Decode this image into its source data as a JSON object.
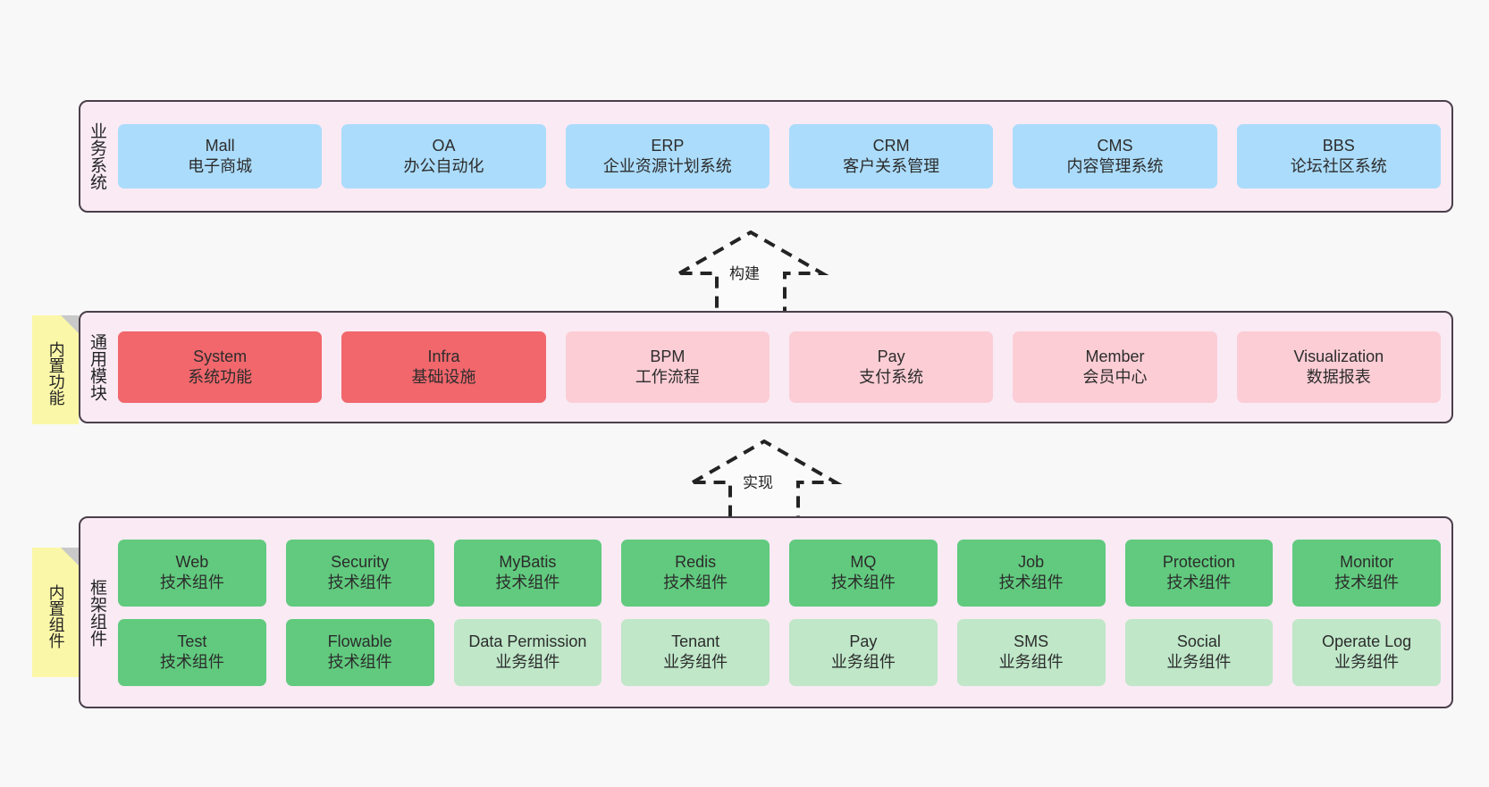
{
  "layers": [
    {
      "id": "business",
      "title": "业务系统",
      "rows": [
        {
          "cards": [
            {
              "name": "Mall",
              "desc": "电子商城",
              "color": "#abdcfb",
              "variant": "c-blue"
            },
            {
              "name": "OA",
              "desc": "办公自动化",
              "color": "#abdcfb",
              "variant": "c-blue"
            },
            {
              "name": "ERP",
              "desc": "企业资源计划系统",
              "color": "#abdcfb",
              "variant": "c-blue"
            },
            {
              "name": "CRM",
              "desc": "客户关系管理",
              "color": "#abdcfb",
              "variant": "c-blue"
            },
            {
              "name": "CMS",
              "desc": "内容管理系统",
              "color": "#abdcfb",
              "variant": "c-blue"
            },
            {
              "name": "BBS",
              "desc": "论坛社区系统",
              "color": "#abdcfb",
              "variant": "c-blue"
            }
          ]
        }
      ]
    },
    {
      "id": "common",
      "title": "通用模块",
      "rows": [
        {
          "cards": [
            {
              "name": "System",
              "desc": "系统功能",
              "color": "#f1676c",
              "variant": "c-red"
            },
            {
              "name": "Infra",
              "desc": "基础设施",
              "color": "#f1676c",
              "variant": "c-red"
            },
            {
              "name": "BPM",
              "desc": "工作流程",
              "color": "#fccdd5",
              "variant": "c-pink"
            },
            {
              "name": "Pay",
              "desc": "支付系统",
              "color": "#fccdd5",
              "variant": "c-pink"
            },
            {
              "name": "Member",
              "desc": "会员中心",
              "color": "#fccdd5",
              "variant": "c-pink"
            },
            {
              "name": "Visualization",
              "desc": "数据报表",
              "color": "#fccdd5",
              "variant": "c-pink"
            }
          ]
        }
      ]
    },
    {
      "id": "framework",
      "title": "框架组件",
      "rows": [
        {
          "cards": [
            {
              "name": "Web",
              "desc": "技术组件",
              "color": "#61ca7e",
              "variant": "c-green"
            },
            {
              "name": "Security",
              "desc": "技术组件",
              "color": "#61ca7e",
              "variant": "c-green"
            },
            {
              "name": "MyBatis",
              "desc": "技术组件",
              "color": "#61ca7e",
              "variant": "c-green"
            },
            {
              "name": "Redis",
              "desc": "技术组件",
              "color": "#61ca7e",
              "variant": "c-green"
            },
            {
              "name": "MQ",
              "desc": "技术组件",
              "color": "#61ca7e",
              "variant": "c-green"
            },
            {
              "name": "Job",
              "desc": "技术组件",
              "color": "#61ca7e",
              "variant": "c-green"
            },
            {
              "name": "Protection",
              "desc": "技术组件",
              "color": "#61ca7e",
              "variant": "c-green"
            },
            {
              "name": "Monitor",
              "desc": "技术组件",
              "color": "#61ca7e",
              "variant": "c-green"
            }
          ]
        },
        {
          "cards": [
            {
              "name": "Test",
              "desc": "技术组件",
              "color": "#61ca7e",
              "variant": "c-green"
            },
            {
              "name": "Flowable",
              "desc": "技术组件",
              "color": "#61ca7e",
              "variant": "c-green"
            },
            {
              "name": "Data Permission",
              "desc": "业务组件",
              "color": "#bfe7c8",
              "variant": "c-lightgreen"
            },
            {
              "name": "Tenant",
              "desc": "业务组件",
              "color": "#bfe7c8",
              "variant": "c-lightgreen"
            },
            {
              "name": "Pay",
              "desc": "业务组件",
              "color": "#bfe7c8",
              "variant": "c-lightgreen"
            },
            {
              "name": "SMS",
              "desc": "业务组件",
              "color": "#bfe7c8",
              "variant": "c-lightgreen"
            },
            {
              "name": "Social",
              "desc": "业务组件",
              "color": "#bfe7c8",
              "variant": "c-lightgreen"
            },
            {
              "name": "Operate Log",
              "desc": "业务组件",
              "color": "#bfe7c8",
              "variant": "c-lightgreen"
            }
          ]
        }
      ]
    }
  ],
  "notes": [
    {
      "id": "builtin-func",
      "text": "内置功能",
      "color": "#fbf7a8"
    },
    {
      "id": "builtin-comp",
      "text": "内置组件",
      "color": "#fbf7a8"
    }
  ],
  "connectors": [
    {
      "id": "build",
      "label": "构建",
      "style": "dashed-hollow-arrow"
    },
    {
      "id": "impl",
      "label": "实现",
      "style": "dashed-hollow-arrow"
    }
  ],
  "palette": {
    "background": "#f8f8f8",
    "layer_fill": "#f9eaf4",
    "layer_border": "#4a3f4a",
    "note_fill": "#fbf7a8",
    "note_fold": "#c9c9c9",
    "connector": "#232323",
    "text": "#2c2c2c"
  }
}
